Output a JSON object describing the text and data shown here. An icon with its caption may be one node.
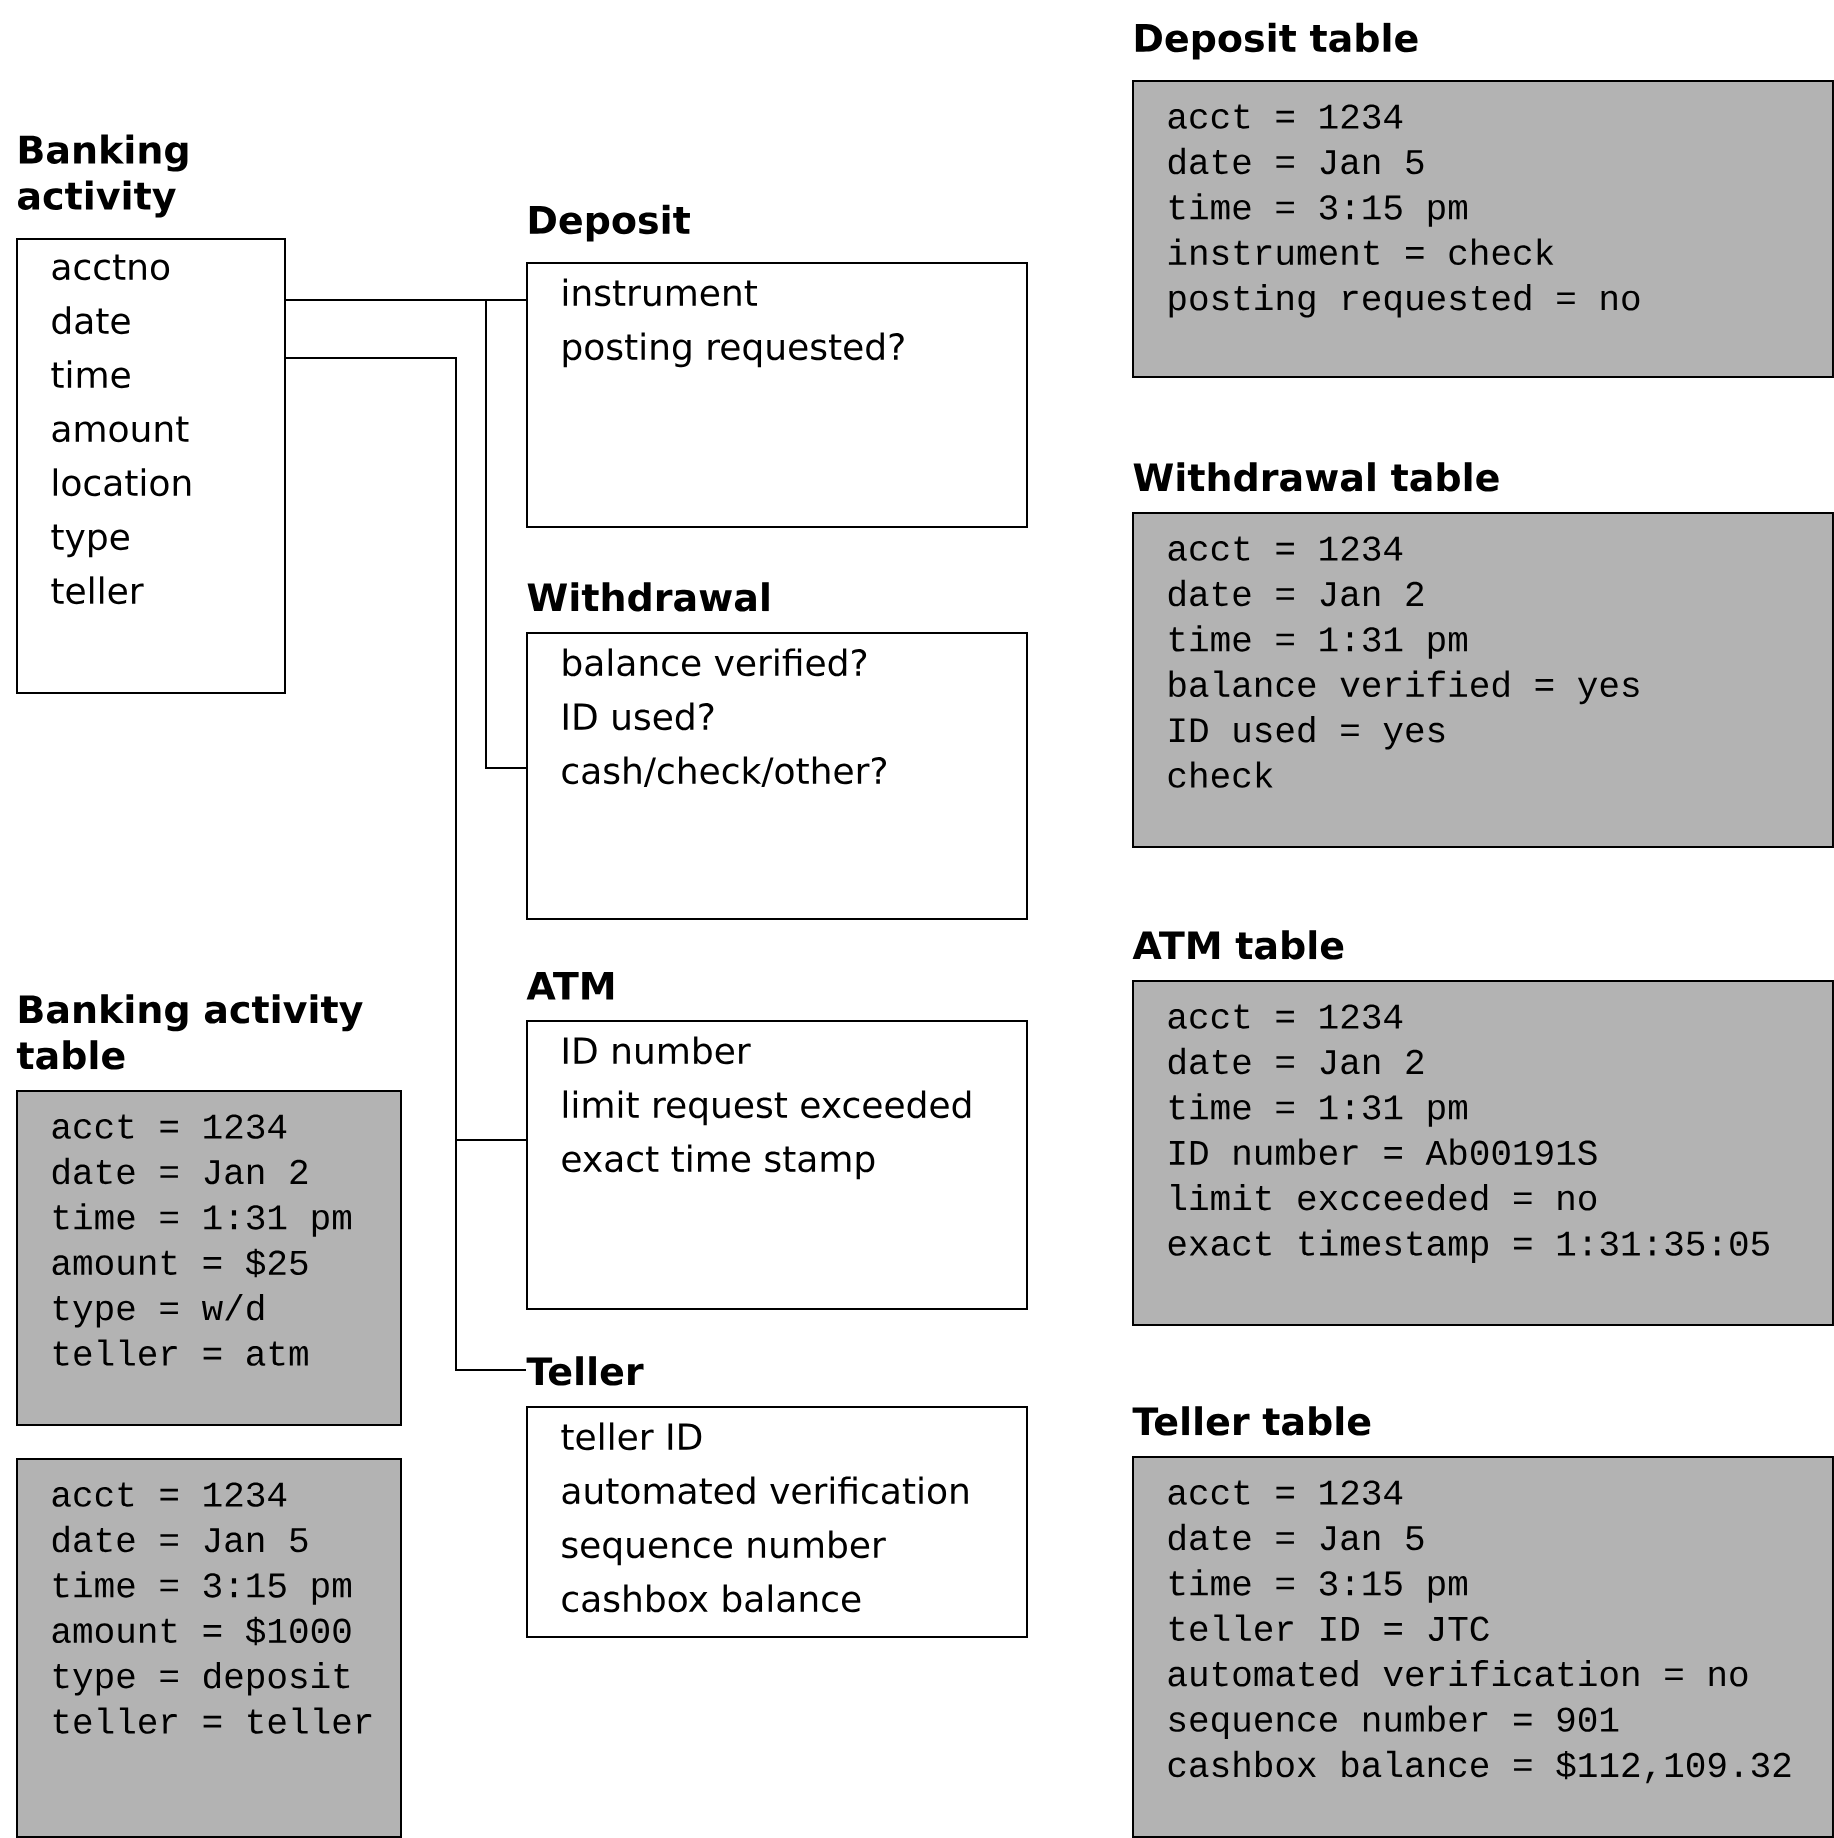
{
  "diagram": {
    "nodes": [
      {
        "text": [
          "Banking activity",
          "acctno",
          "date",
          "time",
          "amount",
          "location",
          "type",
          "teller"
        ]
      },
      {
        "text": [
          "Deposit",
          "instrument",
          "posting requested?"
        ]
      },
      {
        "text": [
          "Withdrawal",
          "balance verified?",
          "ID used?",
          "cash/check/other?"
        ]
      },
      {
        "text": [
          "ATM",
          "ID number",
          "limit request exceeded",
          "exact time stamp"
        ]
      },
      {
        "text": [
          "Teller",
          "teller ID",
          "automated verification",
          "sequence number",
          "cashbox balance"
        ]
      },
      {
        "text": [
          "Banking activity table",
          "acct = 1234",
          "date = Jan 2",
          "time = 1:31 pm",
          "amount = $25",
          "type = w/d",
          "teller = atm"
        ]
      },
      {
        "text": [
          "acct = 1234",
          "date = Jan 5",
          "time = 3:15 pm",
          "amount = $1000",
          "type = deposit",
          "teller = teller"
        ]
      },
      {
        "text": [
          "Deposit table",
          "acct = 1234",
          "date = Jan 5",
          "time = 3:15 pm",
          "instrument = check",
          "posting requested = no"
        ]
      },
      {
        "text": [
          "Withdrawal table",
          "acct = 1234",
          "date = Jan 2",
          "time = 1:31 pm",
          "balance verified = yes",
          "ID used = yes",
          "check"
        ]
      },
      {
        "text": [
          "ATM table",
          "acct = 1234",
          "date = Jan 2",
          "time = 1:31 pm",
          "ID number = Ab00191S",
          "limit excceeded = no",
          "exact timestamp = 1:31:35:05"
        ]
      },
      {
        "text": [
          "Teller table",
          "acct = 1234",
          "date = Jan 5",
          "time = 3:15 pm",
          "teller ID = JTC",
          "automated verification = no",
          "sequence number = 901",
          "cashbox balance = $112,109.32"
        ]
      }
    ],
    "edges": [
      {
        "from": 0,
        "to": 1,
        "arrow": "none"
      },
      {
        "from": 0,
        "to": 2,
        "arrow": "none"
      },
      {
        "from": 0,
        "to": 3,
        "arrow": "none"
      },
      {
        "from": 0,
        "to": 4,
        "arrow": "none"
      }
    ]
  }
}
